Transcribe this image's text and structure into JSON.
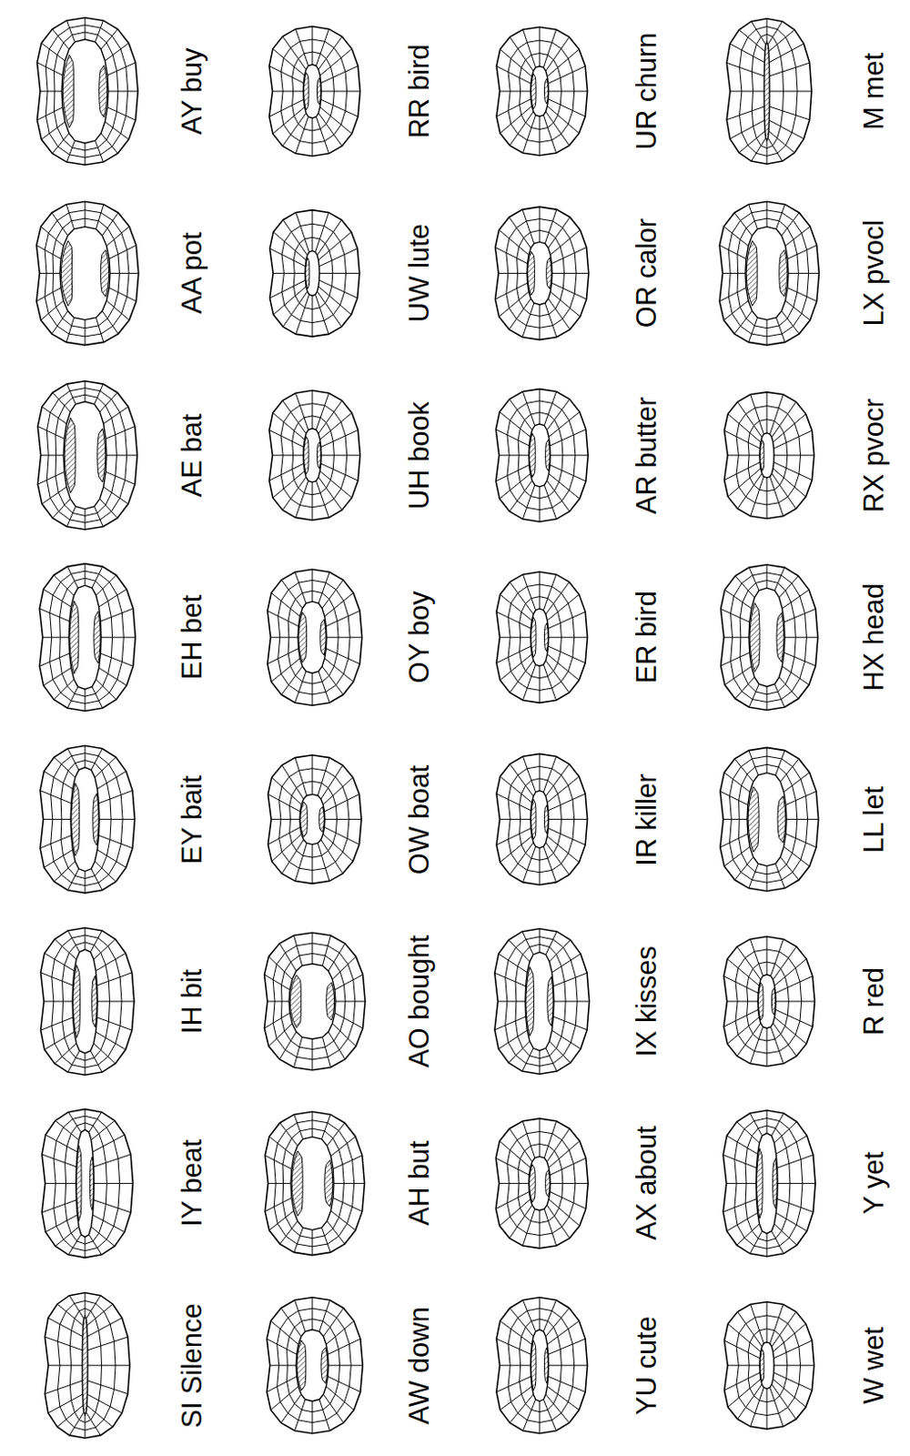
{
  "diagram": {
    "labels": [
      "SI Silence",
      "IY beat",
      "IH bit",
      "EY bait",
      "EH bet",
      "AE bat",
      "AA pot",
      "AY buy",
      "AW down",
      "AH but",
      "AO bought",
      "OW boat",
      "OY boy",
      "UH book",
      "UW lute",
      "RR bird",
      "YU cute",
      "AX about",
      "IX kisses",
      "IR killer",
      "ER bird",
      "AR butter",
      "OR calor",
      "UR churn",
      "W wet",
      "Y yet",
      "R red",
      "LL let",
      "HX head",
      "RX pvocr",
      "LX pvocl",
      "M met"
    ]
  }
}
